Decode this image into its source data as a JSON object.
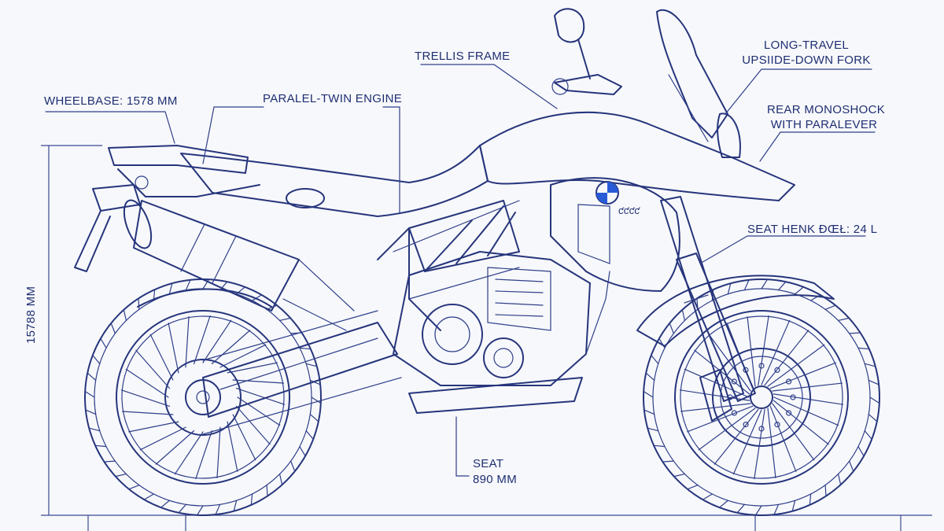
{
  "labels": {
    "wheelbase": "WHEELBASE: 1578 MM",
    "engine": "PARALEL-TWIN ENGINE",
    "frame": "TRELLIS FRAME",
    "fork_line1": "LONG-TRAVEL",
    "fork_line2": "UPSIIDE-DOWN FORK",
    "shock_line1": "REAR MONOSHOCK",
    "shock_line2": "WITH PARALEVER",
    "tank": "SEAT HENK ĐŒŁ: 24 L",
    "seat_line1": "SEAT",
    "seat_line2": "890 MM",
    "height_vertical": "15788 MM",
    "fairing_badge": "ƈƈƈƈ"
  },
  "colors": {
    "ink": "#26357c",
    "paper": "#f7f8fb",
    "badge_blue": "#2a5bd7"
  }
}
